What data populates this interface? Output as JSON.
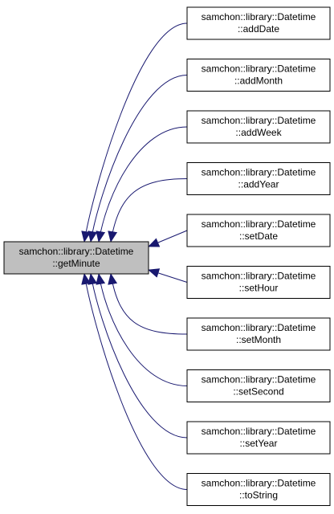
{
  "focus_node": {
    "line1": "samchon::library::Datetime",
    "line2": "::getMinute"
  },
  "caller_nodes": [
    {
      "line1": "samchon::library::Datetime",
      "line2": "::addDate"
    },
    {
      "line1": "samchon::library::Datetime",
      "line2": "::addMonth"
    },
    {
      "line1": "samchon::library::Datetime",
      "line2": "::addWeek"
    },
    {
      "line1": "samchon::library::Datetime",
      "line2": "::addYear"
    },
    {
      "line1": "samchon::library::Datetime",
      "line2": "::setDate"
    },
    {
      "line1": "samchon::library::Datetime",
      "line2": "::setHour"
    },
    {
      "line1": "samchon::library::Datetime",
      "line2": "::setMonth"
    },
    {
      "line1": "samchon::library::Datetime",
      "line2": "::setSecond"
    },
    {
      "line1": "samchon::library::Datetime",
      "line2": "::setYear"
    },
    {
      "line1": "samchon::library::Datetime",
      "line2": "::toString"
    }
  ],
  "colors": {
    "edge": "#191970",
    "focus_fill": "#bfbfbf",
    "node_fill": "#ffffff",
    "node_border": "#000000"
  }
}
